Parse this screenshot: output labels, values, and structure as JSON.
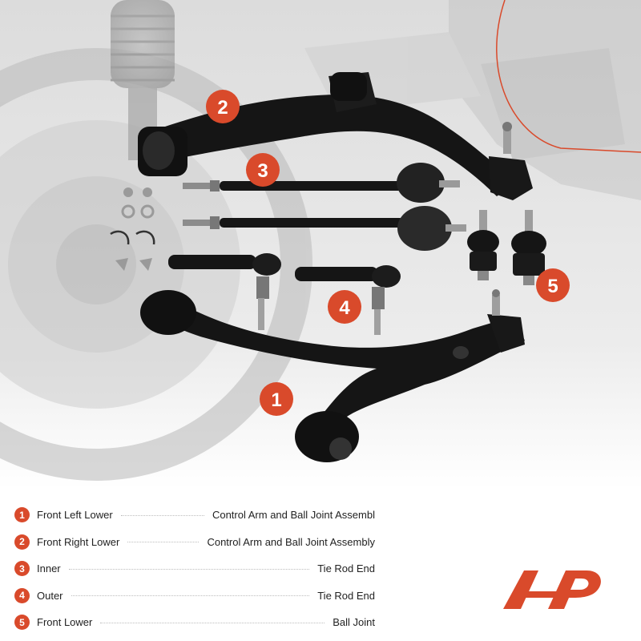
{
  "badges": [
    "1",
    "2",
    "3",
    "4",
    "5"
  ],
  "legend": [
    {
      "num": "1",
      "left": "Front Left Lower",
      "right": "Control Arm and Ball Joint Assembl"
    },
    {
      "num": "2",
      "left": "Front Right Lower",
      "right": "Control Arm and Ball Joint Assembly"
    },
    {
      "num": "3",
      "left": "Inner",
      "right": "Tie Rod End"
    },
    {
      "num": "4",
      "left": "Outer",
      "right": "Tie Rod End"
    },
    {
      "num": "5",
      "left": "Front Lower",
      "right": "Ball Joint"
    }
  ],
  "colors": {
    "accent": "#d94a2b",
    "part": "#141414",
    "background": "#e9e9e9"
  },
  "icons": {
    "brand": "a-premium-logo-icon"
  }
}
